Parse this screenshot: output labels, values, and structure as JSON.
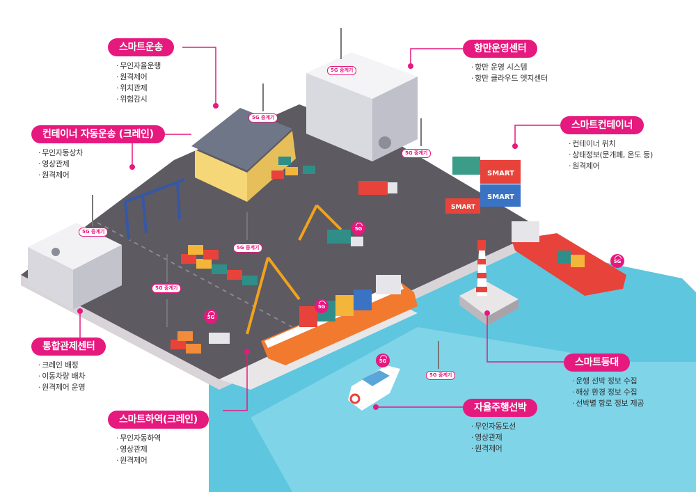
{
  "callouts": [
    {
      "title": "스마트운송",
      "items": [
        "무인자율운행",
        "원격제어",
        "위치관제",
        "위험감시"
      ]
    },
    {
      "title": "컨테이너 자동운송 (크레인)",
      "items": [
        "무인자동상차",
        "영상관제",
        "원격제어"
      ]
    },
    {
      "title": "통합관제센터",
      "items": [
        "크레인 배정",
        "이동차량 배차",
        "원격제어 운영"
      ]
    },
    {
      "title": "스마트하역(크레인)",
      "items": [
        "무인자동하역",
        "영상관제",
        "원격제어"
      ]
    },
    {
      "title": "항만운영센터",
      "items": [
        "항만 운영 시스템",
        "항만 클라우드 엣지센터"
      ]
    },
    {
      "title": "스마트컨테이너",
      "items": [
        "컨테이너 위치",
        "상태정보(문개폐, 온도 등)",
        "원격제어"
      ]
    },
    {
      "title": "스마트등대",
      "items": [
        "운행 선박 정보 수집",
        "해상 환경 정보 수집",
        "선박별 항로 정보 제공"
      ]
    },
    {
      "title": "자율주행선박",
      "items": [
        "무인자동도선",
        "영상관제",
        "원격제어"
      ]
    }
  ],
  "repeater_label": "5G 중계기",
  "badge_label": "5G",
  "container_brand": "SMART",
  "colors": {
    "accent": "#e6197e",
    "sea": "#5ec6de",
    "ground": "#5d5a62",
    "pier": "#e9e6e8"
  }
}
